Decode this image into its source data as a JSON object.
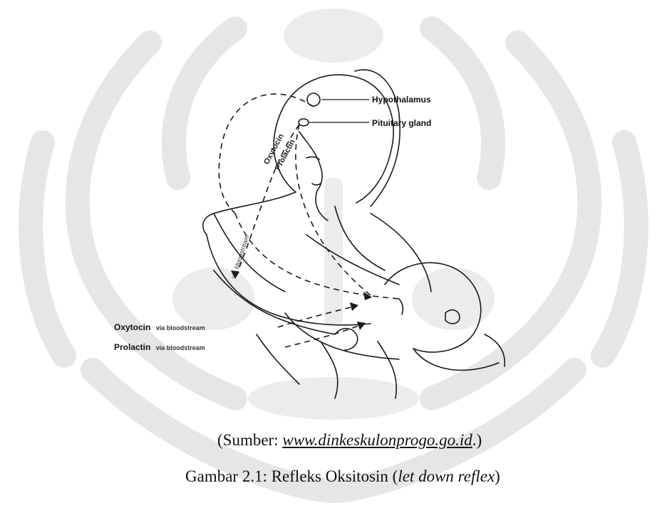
{
  "diagram": {
    "labels": {
      "hypothalamus": "Hypothalamus",
      "pituitary": "Pituitary gland",
      "oxytocin_head": "Oxytocin",
      "prolactin_head": "Prolactin",
      "bloodstream_arm": "via bloodstream",
      "oxytocin_bottom": "Oxytocin",
      "oxytocin_bottom_via": "via bloodstream",
      "prolactin_bottom": "Prolactin",
      "prolactin_bottom_via": "via bloodstream"
    }
  },
  "source": {
    "prefix": "(Sumber: ",
    "url": "www.dinkeskulonprogo.go.id",
    "suffix": ".)"
  },
  "figure_caption": {
    "prefix": "Gambar 2.1: Refleks Oksitosin (",
    "italic": "let down reflex",
    "suffix": ")"
  },
  "colors": {
    "watermark": "#e9e9e9",
    "ink": "#1a1a1a"
  }
}
